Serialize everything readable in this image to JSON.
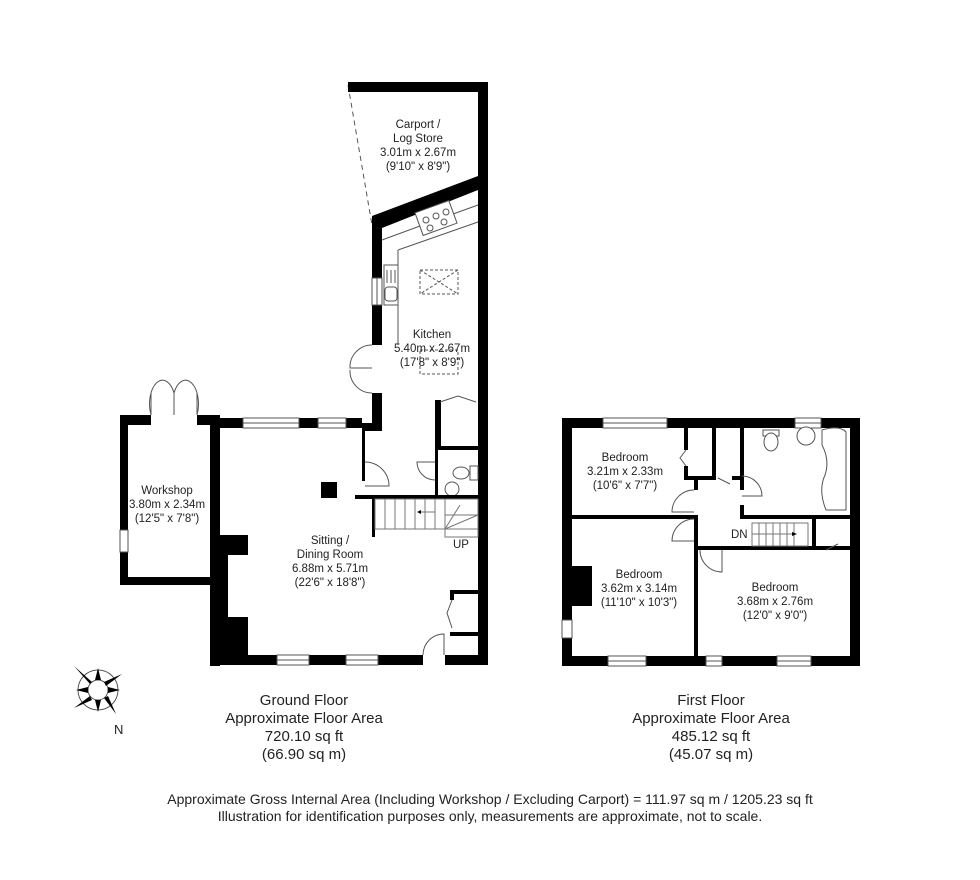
{
  "rooms": {
    "carport": {
      "name_line1": "Carport /",
      "name_line2": "Log Store",
      "metric": "3.01m x 2.67m",
      "imperial": "(9'10\" x 8'9\")"
    },
    "kitchen": {
      "name": "Kitchen",
      "metric": "5.40m x 2.67m",
      "imperial": "(17'8\" x 8'9\")"
    },
    "workshop": {
      "name": "Workshop",
      "metric": "3.80m x 2.34m",
      "imperial": "(12'5\" x 7'8\")"
    },
    "sitting": {
      "name_line1": "Sitting /",
      "name_line2": "Dining Room",
      "metric": "6.88m x 5.71m",
      "imperial": "(22'6\" x 18'8\")"
    },
    "bedroom1": {
      "name": "Bedroom",
      "metric": "3.21m x 2.33m",
      "imperial": "(10'6\" x 7'7\")"
    },
    "bedroom2": {
      "name": "Bedroom",
      "metric": "3.62m x 3.14m",
      "imperial": "(11'10\" x 10'3\")"
    },
    "bedroom3": {
      "name": "Bedroom",
      "metric": "3.68m x 2.76m",
      "imperial": "(12'0\" x 9'0\")"
    }
  },
  "stairs": {
    "up_label": "UP",
    "down_label": "DN"
  },
  "compass": {
    "label": "N"
  },
  "ground_floor": {
    "title": "Ground Floor",
    "subtitle": "Approximate Floor Area",
    "sqft": "720.10 sq ft",
    "sqm": "(66.90 sq m)"
  },
  "first_floor": {
    "title": "First Floor",
    "subtitle": "Approximate Floor Area",
    "sqft": "485.12 sq ft",
    "sqm": "(45.07 sq m)"
  },
  "footer": {
    "line1": "Approximate Gross Internal Area (Including Workshop / Excluding Carport) = 111.97 sq m / 1205.23 sq ft",
    "line2": "Illustration for identification purposes only, measurements are approximate, not to scale."
  },
  "colors": {
    "wall": "#000000",
    "background": "#ffffff",
    "line": "#555555"
  }
}
